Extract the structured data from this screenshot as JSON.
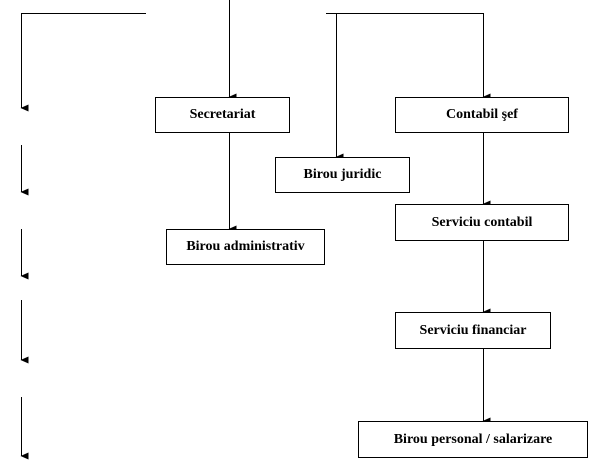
{
  "nodes": {
    "secretariat": "Secretariat",
    "contabil_sef": "Contabil şef",
    "birou_juridic": "Birou juridic",
    "birou_administrativ": "Birou administrativ",
    "serviciu_contabil": "Serviciu contabil",
    "serviciu_financiar": "Serviciu financiar",
    "birou_personal": "Birou personal / salarizare"
  }
}
